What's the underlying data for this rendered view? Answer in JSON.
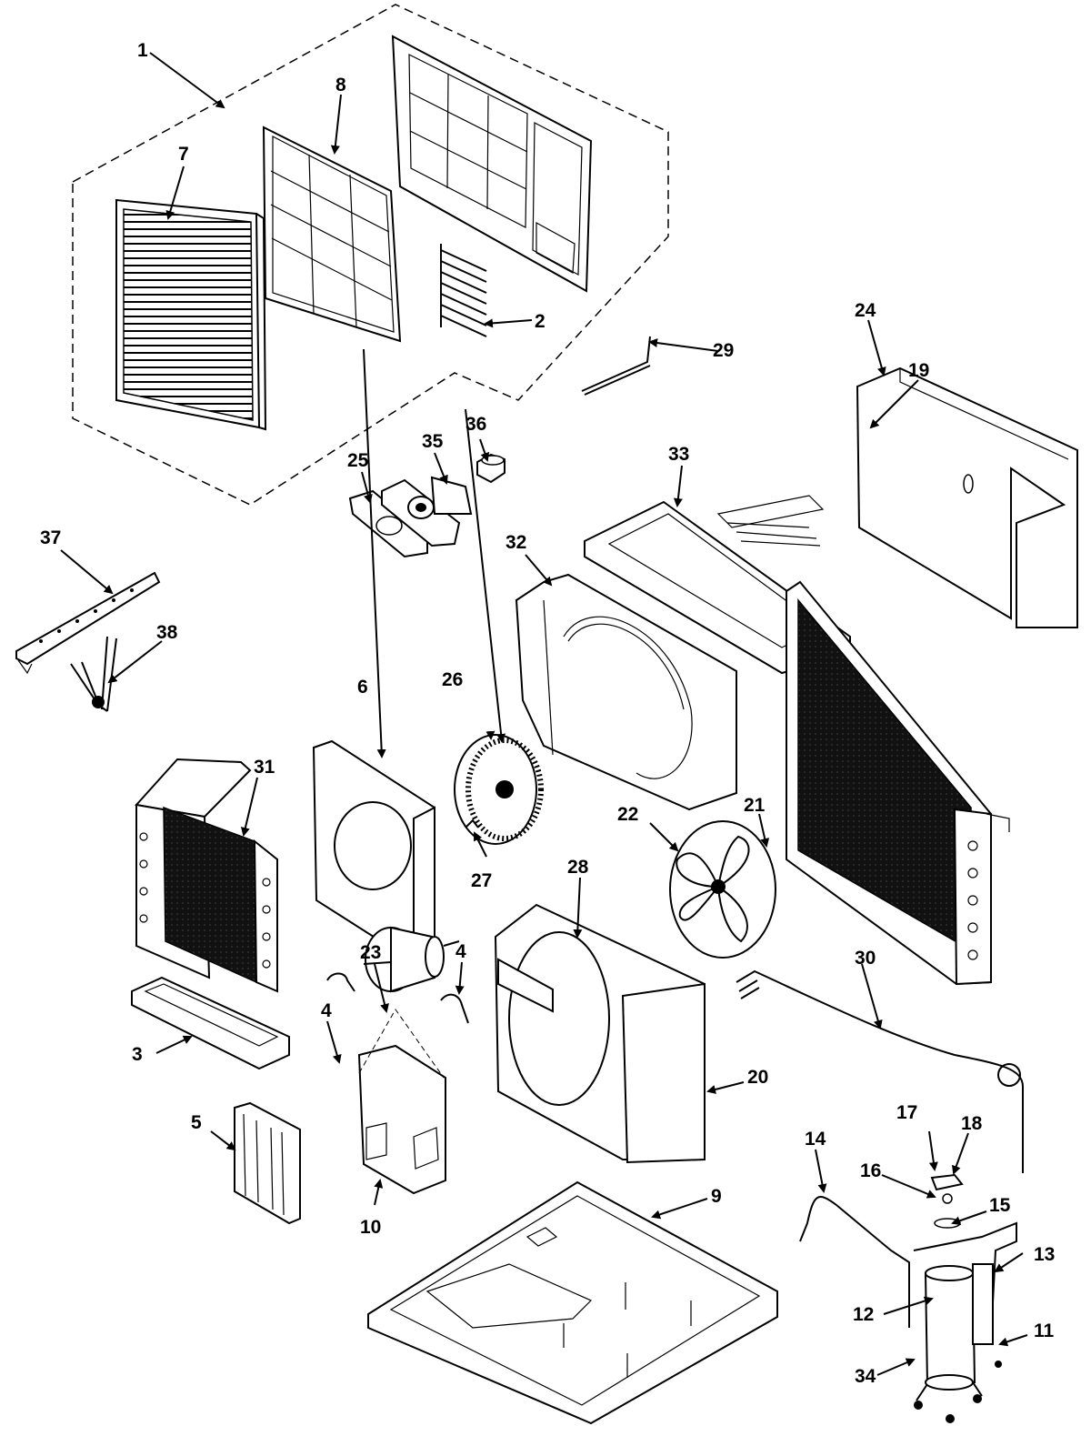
{
  "diagram": {
    "labels": {
      "l1": "1",
      "l2": "2",
      "l3": "3",
      "l4a": "4",
      "l4b": "4",
      "l5": "5",
      "l6": "6",
      "l7": "7",
      "l8": "8",
      "l9": "9",
      "l10": "10",
      "l11": "11",
      "l12": "12",
      "l13": "13",
      "l14": "14",
      "l15": "15",
      "l16": "16",
      "l17": "17",
      "l18": "18",
      "l19": "19",
      "l20": "20",
      "l21": "21",
      "l22": "22",
      "l23": "23",
      "l24": "24",
      "l25": "25",
      "l26": "26",
      "l27": "27",
      "l28": "28",
      "l29": "29",
      "l30": "30",
      "l31": "31",
      "l32": "32",
      "l33": "33",
      "l34": "34",
      "l35": "35",
      "l36": "36",
      "l37": "37",
      "l38": "38"
    }
  }
}
